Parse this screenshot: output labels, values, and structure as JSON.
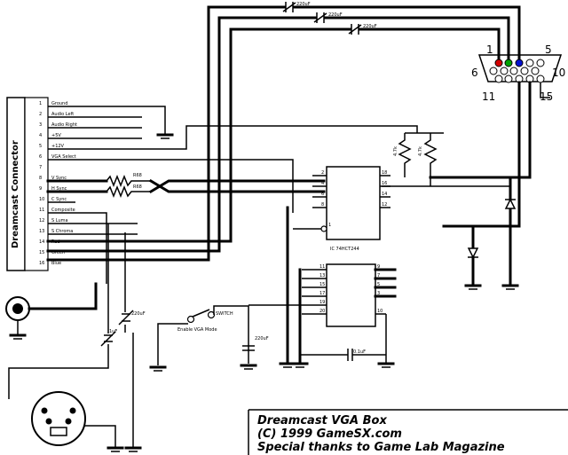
{
  "connector": {
    "label": "Dreamcast Connector",
    "pins": [
      {
        "num": "1",
        "name": "Ground"
      },
      {
        "num": "2",
        "name": "Audio Left"
      },
      {
        "num": "3",
        "name": "Audio Right"
      },
      {
        "num": "4",
        "name": "+5V"
      },
      {
        "num": "5",
        "name": "+12V"
      },
      {
        "num": "6",
        "name": "VGA Select"
      },
      {
        "num": "7",
        "name": ""
      },
      {
        "num": "8",
        "name": "V Sync"
      },
      {
        "num": "9",
        "name": "H Sync"
      },
      {
        "num": "10",
        "name": "C Sync"
      },
      {
        "num": "11",
        "name": "Composite"
      },
      {
        "num": "12",
        "name": "S Luma"
      },
      {
        "num": "13",
        "name": "S Chroma"
      },
      {
        "num": "14",
        "name": "Red"
      },
      {
        "num": "15",
        "name": "Green"
      },
      {
        "num": "16",
        "name": "Blue"
      }
    ]
  },
  "vga": {
    "pin_numbers": [
      "1",
      "5",
      "6",
      "10",
      "11",
      "15"
    ],
    "pin_colors": {
      "red": "#d40000",
      "green": "#00a000",
      "blue": "#0010d0"
    }
  },
  "components": {
    "cap_top1": "220uF",
    "cap_top2": "220uF",
    "cap_top3": "220uF",
    "r_vsync": "R68",
    "r_hsync": "R68",
    "r_pull1": "4.7k",
    "r_pull2": "4.7k",
    "ic1": "IC 74HCT244",
    "switch": "SWITCH",
    "switch_note": "Enable VGA Mode",
    "cap_sw": "220uF",
    "cap_svideo1": "220uF",
    "cap_svideo2": "1uF",
    "cap_bypass": "0.1uF"
  },
  "ic_pins": {
    "top_left": [
      "2",
      "4",
      "6",
      "8",
      "1"
    ],
    "top_right": [
      "18",
      "16",
      "14",
      "12"
    ],
    "bottom_left": [
      "11",
      "13",
      "15",
      "17",
      "19",
      "20"
    ],
    "bottom_right": [
      "9",
      "7",
      "5",
      "3",
      "10"
    ]
  },
  "title_block": {
    "line1": "Dreamcast VGA Box",
    "line2": "(C) 1999 GameSX.com",
    "line3": "Special thanks to Game Lab Magazine"
  },
  "colors": {
    "line": "#000000",
    "background": "#ffffff"
  }
}
